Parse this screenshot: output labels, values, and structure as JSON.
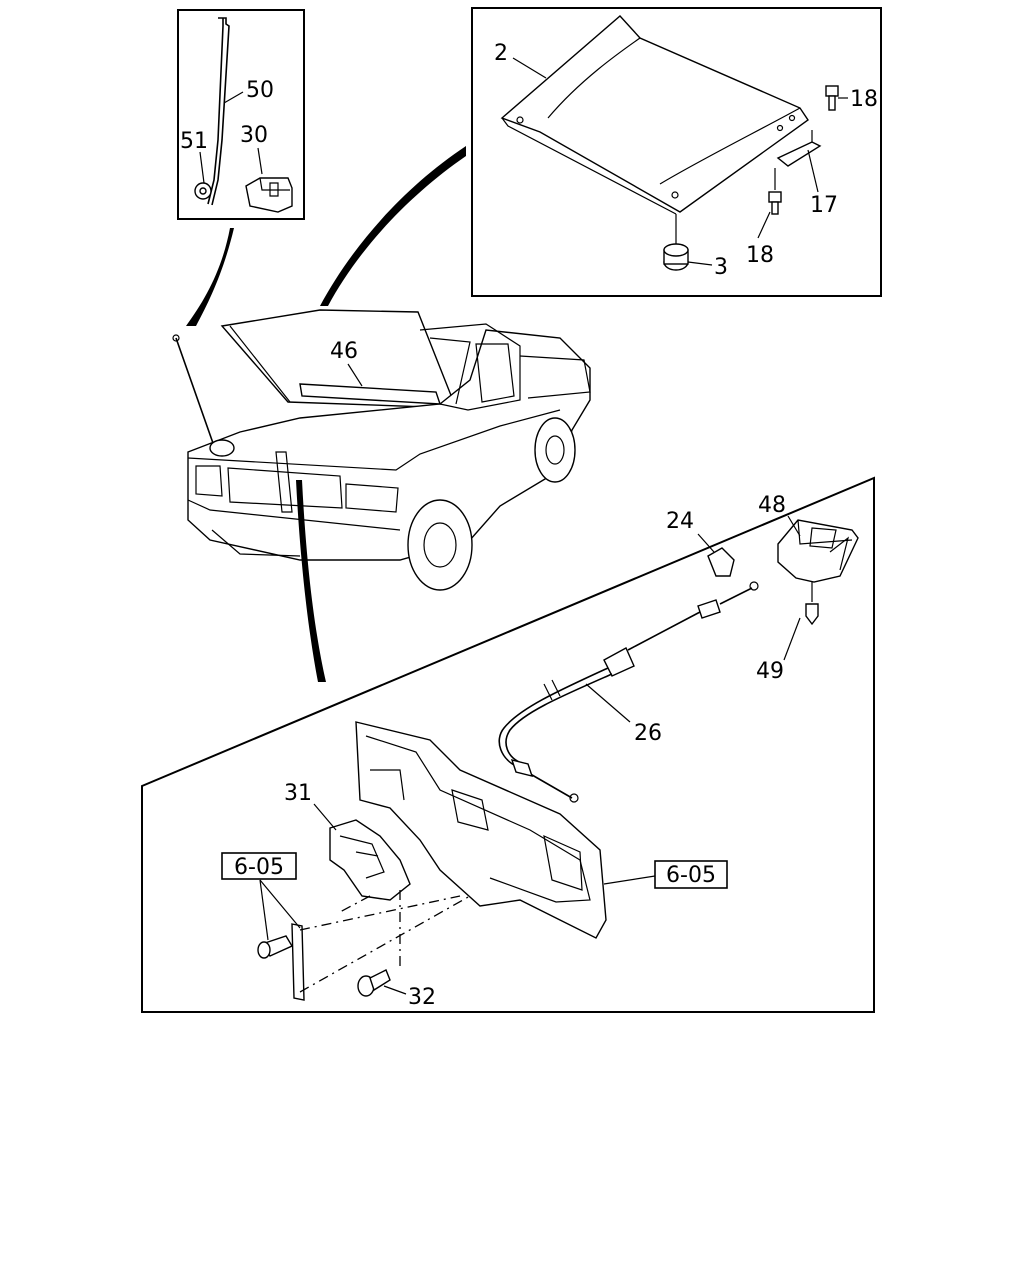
{
  "diagram": {
    "callouts": {
      "c2": "2",
      "c3": "3",
      "c17": "17",
      "c18a": "18",
      "c18b": "18",
      "c24": "24",
      "c26": "26",
      "c30": "30",
      "c31": "31",
      "c32": "32",
      "c46": "46",
      "c48": "48",
      "c49": "49",
      "c50": "50",
      "c51": "51"
    },
    "references": {
      "ref_left": "6-05",
      "ref_right": "6-05"
    }
  }
}
